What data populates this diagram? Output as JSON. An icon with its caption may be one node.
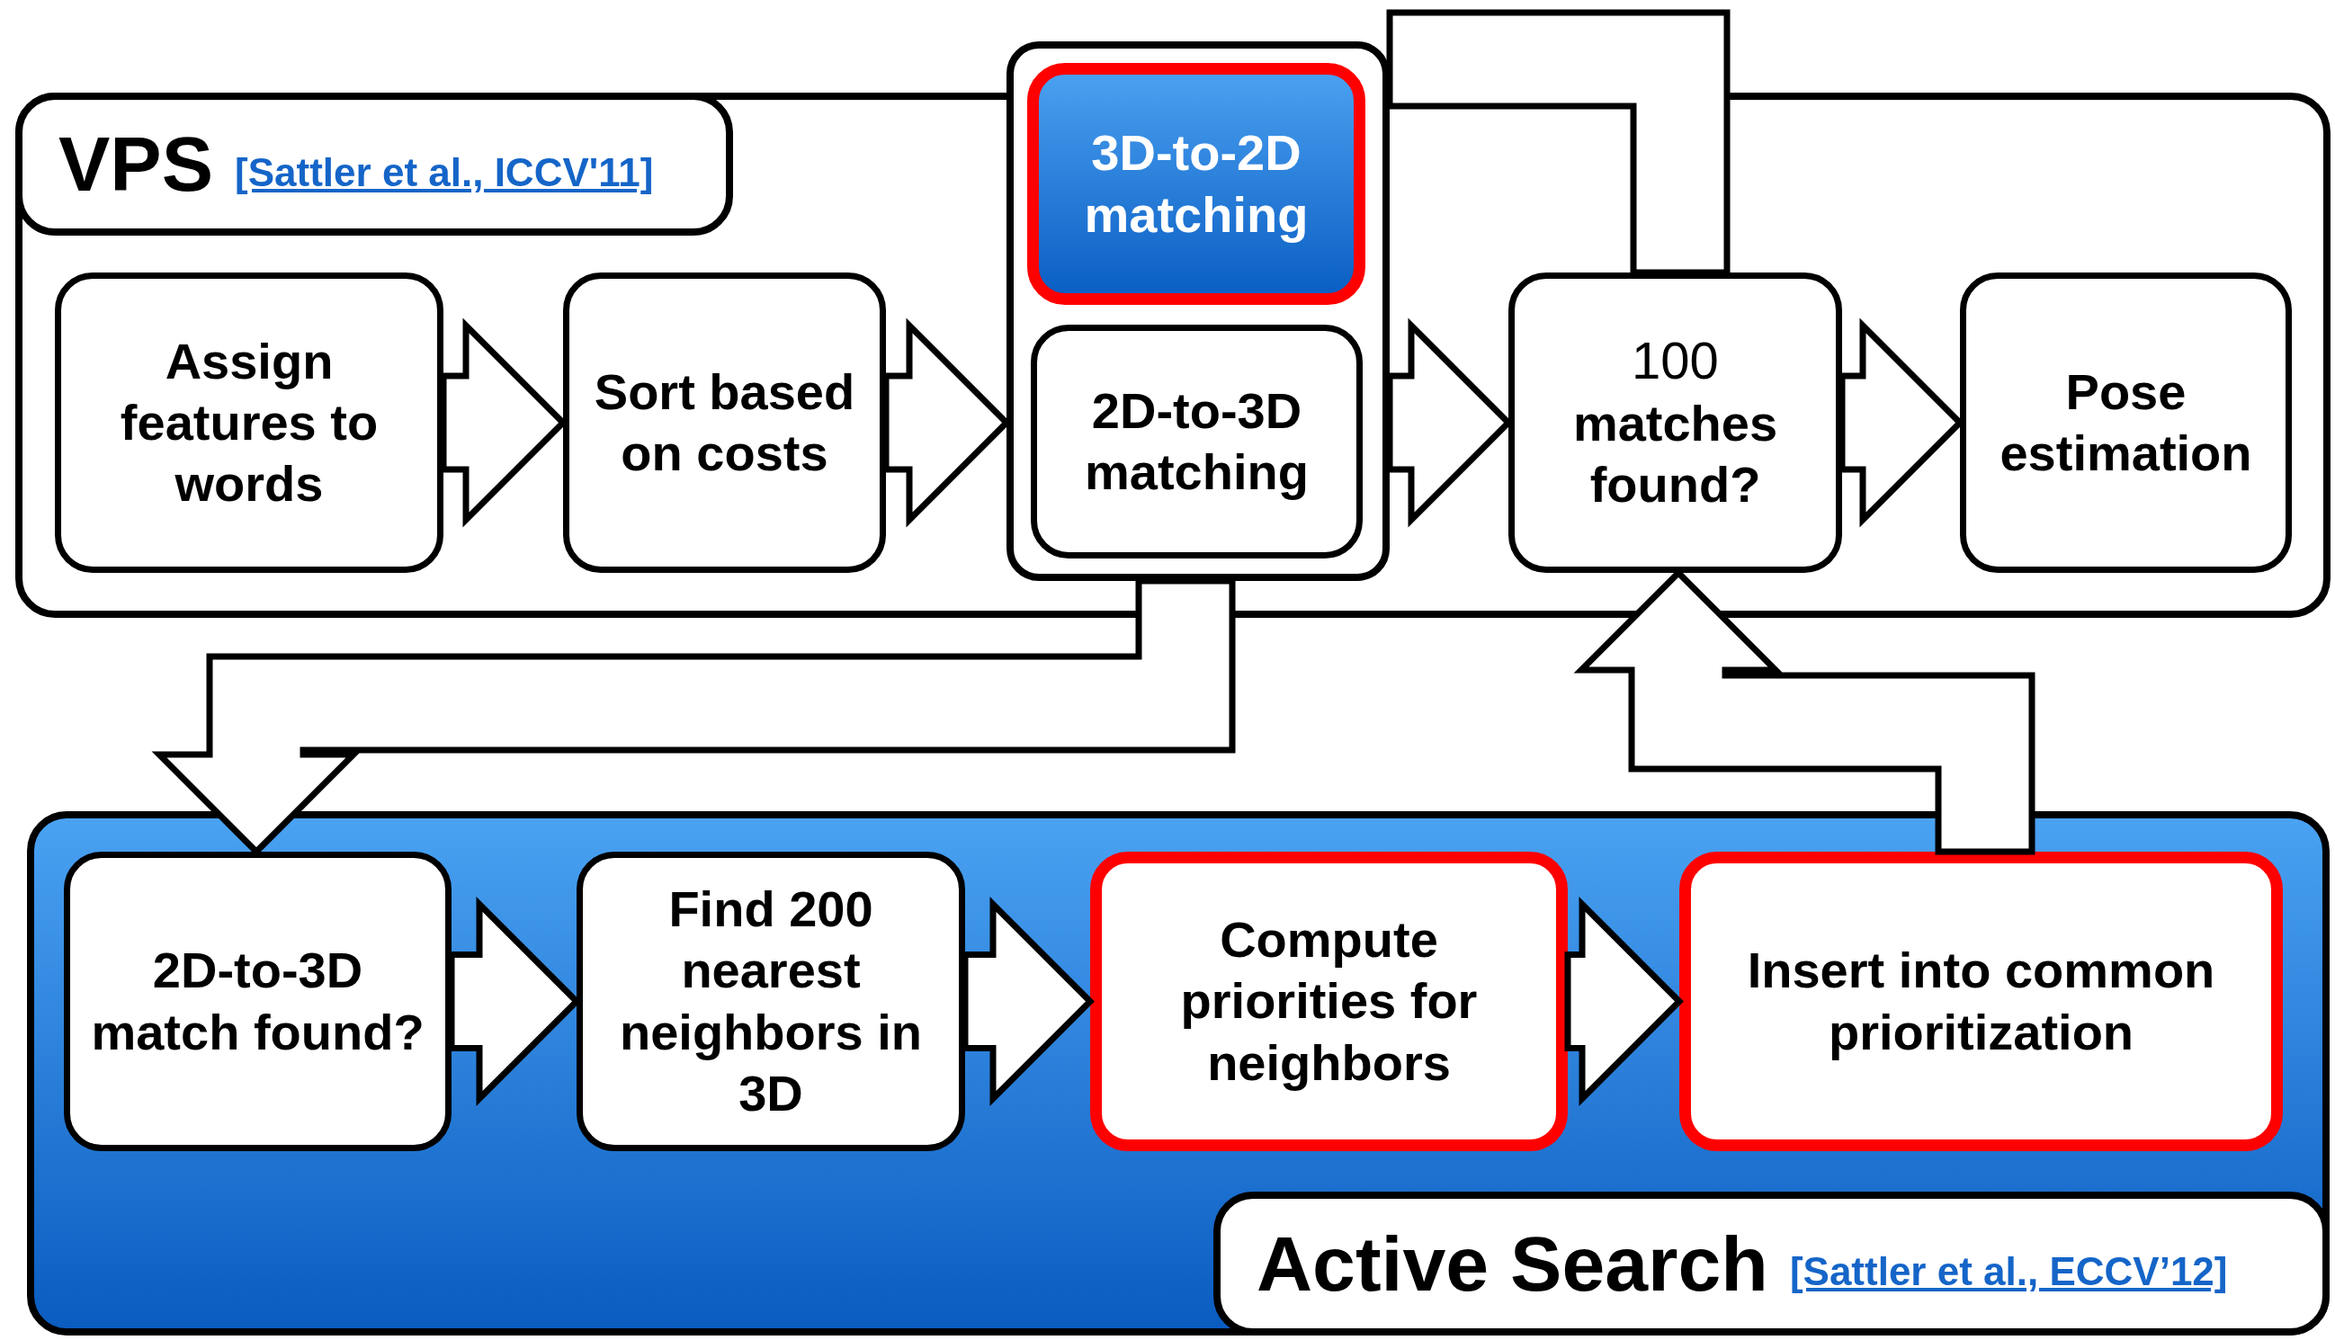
{
  "diagram": {
    "nodes": [
      {
        "text": [
          "VPS",
          "[Sattler et al., ICCV'11]"
        ]
      },
      {
        "text": [
          "Assign features to words"
        ],
        "in": 0
      },
      {
        "text": [
          "Sort based on costs"
        ],
        "in": 0
      },
      {
        "text": [],
        "shape": "box"
      },
      {
        "text": [
          "3D-to-2D matching"
        ],
        "in": 3
      },
      {
        "text": [
          "2D-to-3D matching"
        ],
        "in": 3
      },
      {
        "text": [
          "100",
          "matches found?"
        ],
        "in": 0
      },
      {
        "text": [
          "Pose estimation"
        ],
        "in": 0
      },
      {
        "text": [
          "Active Search",
          "[Sattler et al., ECCV’12]"
        ]
      },
      {
        "text": [
          "2D-to-3D match found?"
        ],
        "in": 8
      },
      {
        "text": [
          "Find 200 nearest neighbors in 3D"
        ],
        "in": 8
      },
      {
        "text": [
          "Compute priorities for neighbors"
        ],
        "in": 8
      },
      {
        "text": [
          "Insert into common prioritization"
        ],
        "in": 8
      }
    ],
    "edges": [
      {
        "from": 1,
        "to": 2,
        "arrow": "to"
      },
      {
        "from": 2,
        "to": 3,
        "arrow": "to"
      },
      {
        "from": 3,
        "to": 6,
        "arrow": "to"
      },
      {
        "from": 6,
        "to": 7,
        "arrow": "to"
      },
      {
        "from": 6,
        "to": 3,
        "arrow": "none"
      },
      {
        "from": 3,
        "to": 9,
        "arrow": "to"
      },
      {
        "from": 9,
        "to": 10,
        "arrow": "to"
      },
      {
        "from": 10,
        "to": 11,
        "arrow": "to"
      },
      {
        "from": 11,
        "to": 12,
        "arrow": "to"
      },
      {
        "from": 12,
        "to": 6,
        "arrow": "to"
      }
    ]
  }
}
